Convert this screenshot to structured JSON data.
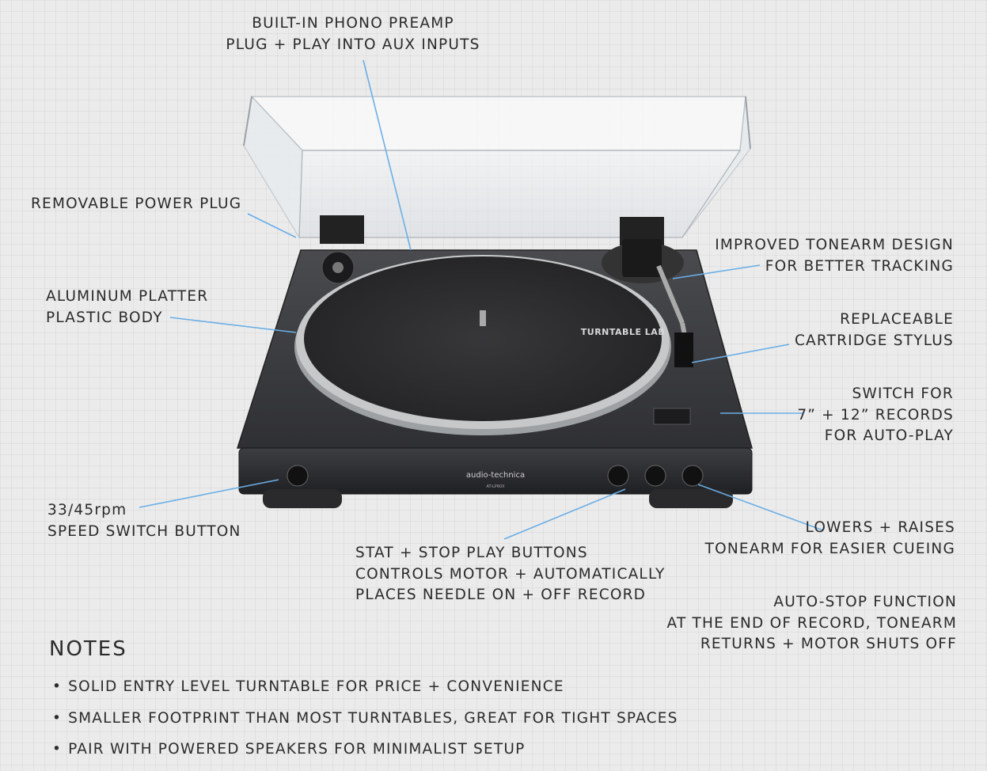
{
  "callouts": {
    "phono": [
      "BUILT-IN PHONO PREAMP",
      "PLUG + PLAY INTO AUX INPUTS"
    ],
    "power": [
      "REMOVABLE POWER PLUG"
    ],
    "platter": [
      "ALUMINUM PLATTER",
      "PLASTIC BODY"
    ],
    "tonearm": [
      "IMPROVED TONEARM DESIGN",
      "FOR BETTER TRACKING"
    ],
    "cartridge": [
      "REPLACEABLE",
      "CARTRIDGE STYLUS"
    ],
    "switch": [
      "SWITCH FOR",
      "7” + 12” RECORDS",
      "FOR AUTO-PLAY"
    ],
    "speed": [
      "33/45rpm",
      "SPEED SWITCH BUTTON"
    ],
    "startstop": [
      "STAT + STOP PLAY BUTTONS",
      "CONTROLS MOTOR  +  AUTOMATICALLY",
      "PLACES NEEDLE ON + OFF RECORD"
    ],
    "lift": [
      "LOWERS + RAISES",
      "TONEARM FOR EASIER CUEING"
    ],
    "autostop": [
      "AUTO-STOP FUNCTION",
      "AT THE END OF RECORD, TONEARM",
      "RETURNS  +  MOTOR SHUTS OFF"
    ]
  },
  "device": {
    "brand": "audio-technica",
    "model": "AT-LP60X",
    "mat_text": "TURNTABLE LAB"
  },
  "notes": {
    "title": "NOTES",
    "items": [
      "SOLID ENTRY LEVEL TURNTABLE FOR PRICE  +  CONVENIENCE",
      "SMALLER FOOTPRINT THAN MOST TURNTABLES, GREAT FOR TIGHT SPACES",
      "PAIR WITH POWERED SPEAKERS FOR MINIMALIST SETUP"
    ]
  },
  "colors": {
    "leader": "#6aaee6",
    "body": "#3a3b3e",
    "mat": "#2c2c2e",
    "platter": "#b9bbbd"
  }
}
